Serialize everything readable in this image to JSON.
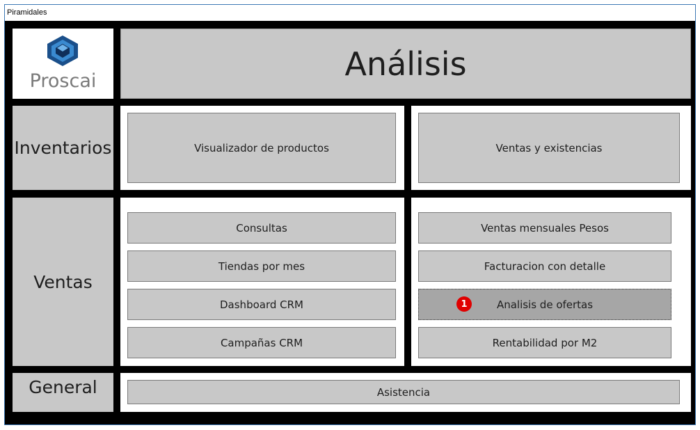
{
  "window": {
    "title": "Piramidales"
  },
  "header": {
    "logo_text": "Proscai",
    "title": "Análisis"
  },
  "sections": {
    "inventarios": {
      "label": "Inventarios",
      "buttons": [
        "Visualizador de productos",
        "Ventas y existencias"
      ]
    },
    "ventas": {
      "label": "Ventas",
      "left_buttons": [
        "Consultas",
        "Tiendas por mes",
        "Dashboard CRM",
        "Campañas CRM"
      ],
      "right_buttons": [
        "Ventas mensuales Pesos",
        "Facturacion con detalle",
        "Analisis de ofertas",
        "Rentabilidad por M2"
      ],
      "badge": "1"
    },
    "general": {
      "label": "General",
      "buttons": [
        "Asistencia"
      ]
    }
  },
  "colors": {
    "logo_blue_dark": "#1a4f8a",
    "logo_blue_light": "#3a8ad0",
    "badge": "#e00000"
  }
}
